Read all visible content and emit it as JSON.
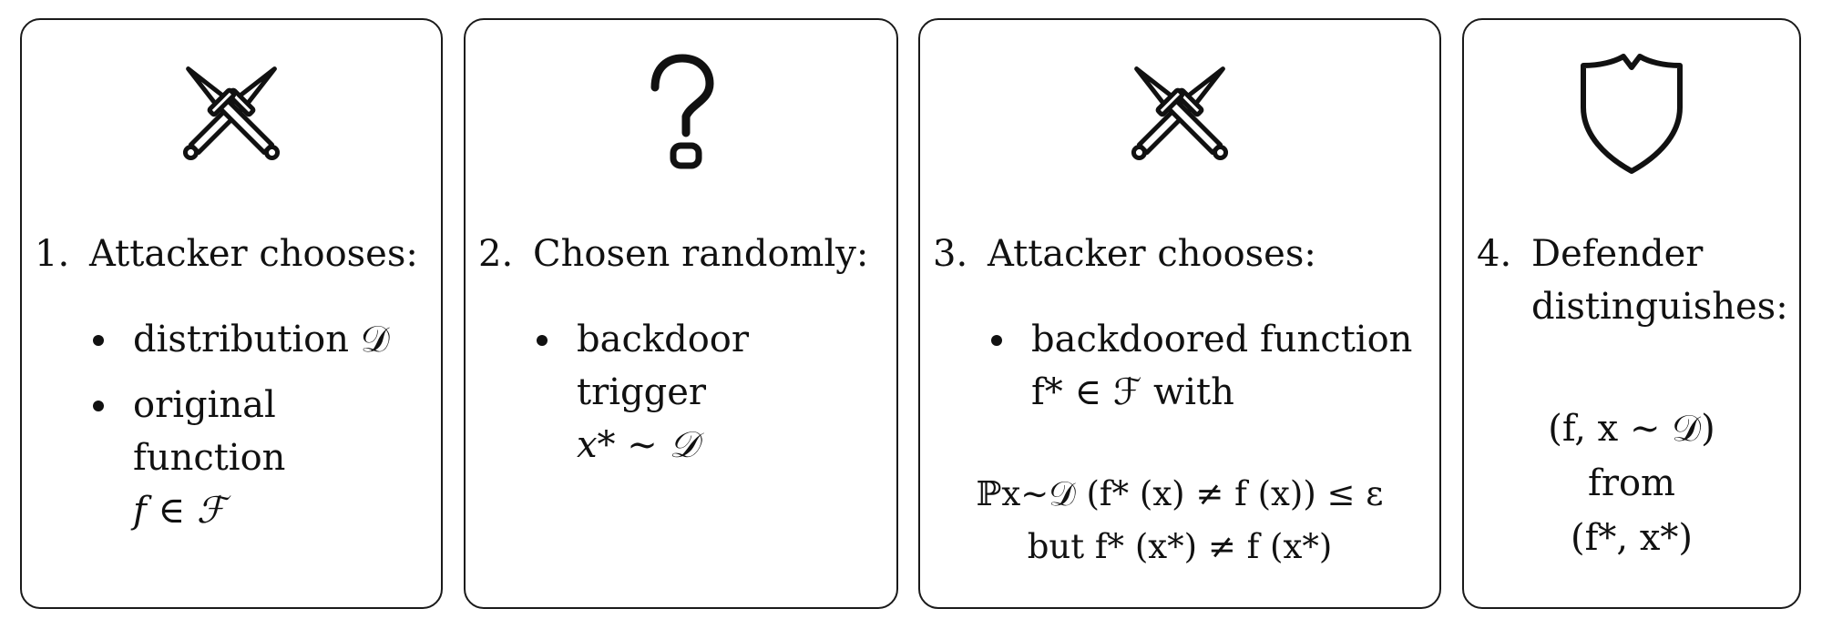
{
  "panels": [
    {
      "number": "1.",
      "title": "Attacker chooses:",
      "icon": "crossed-swords-icon",
      "bullets": [
        {
          "lines": [
            "distribution 𝒟"
          ]
        },
        {
          "lines": [
            "original",
            "function",
            "f ∈ ℱ"
          ]
        }
      ]
    },
    {
      "number": "2.",
      "title": "Chosen randomly:",
      "icon": "question-mark-icon",
      "bullets": [
        {
          "lines": [
            "backdoor",
            "trigger",
            "x* ∼ 𝒟"
          ]
        }
      ]
    },
    {
      "number": "3.",
      "title": "Attacker chooses:",
      "icon": "crossed-swords-icon",
      "bullets": [
        {
          "lines": [
            "backdoored function",
            "f* ∈ ℱ with"
          ]
        }
      ],
      "formula": [
        "ℙx∼𝒟 (f* (x) ≠ f (x)) ≤ ε",
        "but   f* (x*) ≠ f (x*)"
      ]
    },
    {
      "number": "4.",
      "title_lines": [
        "Defender",
        "distinguishes:"
      ],
      "icon": "shield-icon",
      "formula": [
        "(f, x ∼ 𝒟)",
        "from",
        "(f*, x*)"
      ]
    }
  ]
}
